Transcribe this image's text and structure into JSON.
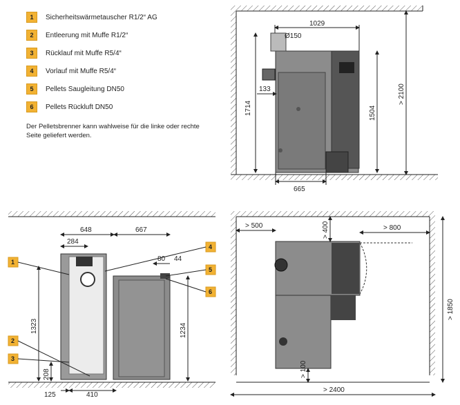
{
  "legend": [
    {
      "num": "1",
      "text": "Sicherheitswärmetauscher R1/2“ AG"
    },
    {
      "num": "2",
      "text": "Entleerung mit Muffe R1/2“"
    },
    {
      "num": "3",
      "text": "Rücklauf mit Muffe R5/4“"
    },
    {
      "num": "4",
      "text": "Vorlauf mit Muffe R5/4“"
    },
    {
      "num": "5",
      "text": "Pellets Saugleitung DN50"
    },
    {
      "num": "6",
      "text": "Pellets Rückluft DN50"
    }
  ],
  "note": "Der Pelletsbrenner kann wahlweise für die linke oder rechte Seite geliefert werden.",
  "views": {
    "side": {
      "width_top": "1029",
      "flue": "Ø150",
      "offset": "133",
      "height_total": "1714",
      "height_inner": "1504",
      "room_height": "> 2100",
      "depth_bottom": "665"
    },
    "front": {
      "w1": "648",
      "w2": "667",
      "w3": "284",
      "d80": "80",
      "d44": "44",
      "h1323": "1323",
      "h1234": "1234",
      "h208": "208",
      "b125": "125",
      "b410": "410"
    },
    "top": {
      "left": "> 500",
      "top": "> 400",
      "right": "> 800",
      "bottom": "> 100",
      "height": "> 1850",
      "total": "> 2400"
    }
  },
  "callouts": {
    "c1": "1",
    "c2": "2",
    "c3": "3",
    "c4": "4",
    "c5": "5",
    "c6": "6"
  },
  "colors": {
    "badge": "#f2b233",
    "machine": "#8c8c8c",
    "dark": "#3c3c3c"
  }
}
